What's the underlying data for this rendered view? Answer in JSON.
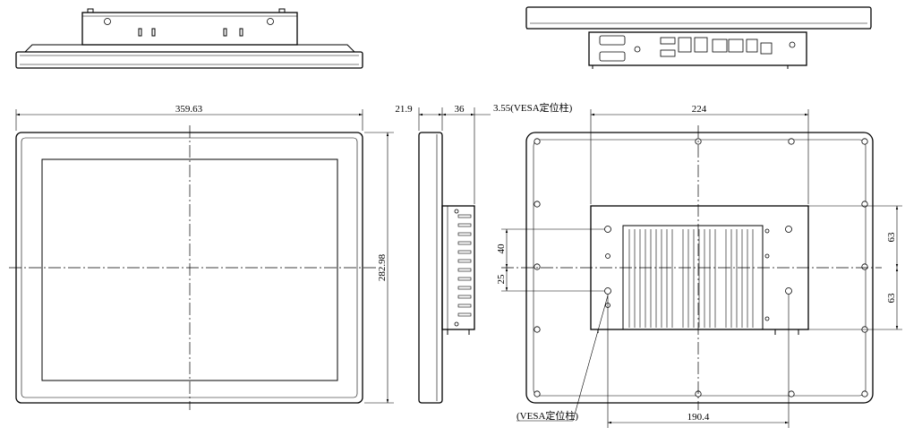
{
  "dimensions": {
    "front_width": "359.63",
    "front_height": "282.98",
    "side_bezel_depth": "21.9",
    "side_body_depth": "36",
    "vesa_offset": "3.55(VESA定位柱)",
    "back_width": "224",
    "back_spacing_upper": "40",
    "back_spacing_lower": "25",
    "back_right_upper": "63",
    "back_right_lower": "63",
    "back_bottom": "190.4",
    "vesa_callout": "(VESA定位柱)"
  }
}
